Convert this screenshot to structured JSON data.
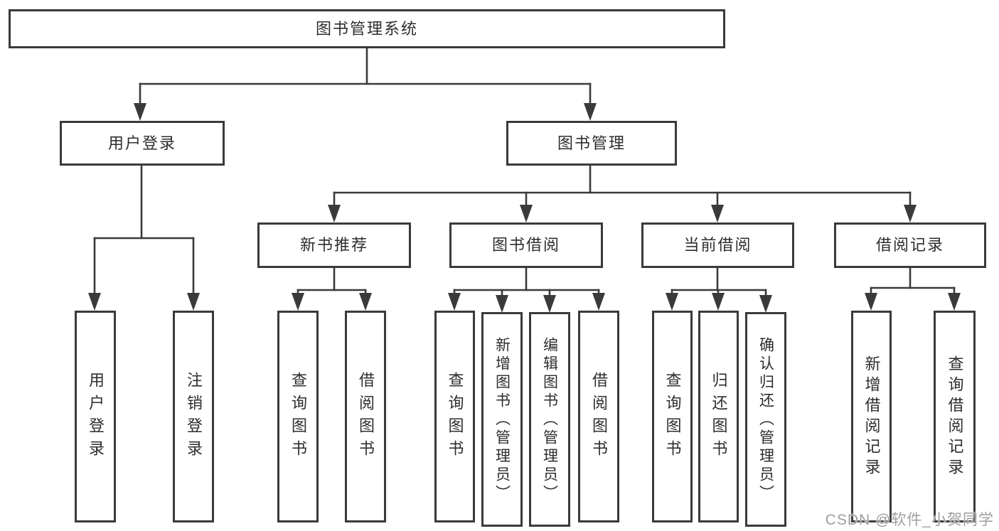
{
  "nodes": {
    "root": "图书管理系统",
    "user_login": "用户登录",
    "book_mgmt": "图书管理",
    "new_book_recommend": "新书推荐",
    "book_borrow": "图书借阅",
    "current_borrow": "当前借阅",
    "borrow_records": "借阅记录",
    "leaf_user_login": "用户登录",
    "leaf_logout": "注销登录",
    "leaf_query_books_recommend": "查询图书",
    "leaf_borrow_books_recommend": "借阅图书",
    "leaf_query_books_borrow": "查询图书",
    "leaf_add_book_admin": "新增图书（管理员）",
    "leaf_edit_book_admin": "编辑图书（管理员）",
    "leaf_borrow_books": "借阅图书",
    "leaf_query_books_current": "查询图书",
    "leaf_return_book": "归还图书",
    "leaf_confirm_return_admin": "确认归还（管理员）",
    "leaf_add_borrow_record": "新增借阅记录",
    "leaf_query_borrow_record": "查询借阅记录"
  },
  "watermark": "CSDN @软件_小贺同学",
  "colors": {
    "line": "#3a3a3a",
    "text": "#2d2d2d",
    "watermark": "#9e9e9e",
    "background": "#ffffff"
  }
}
